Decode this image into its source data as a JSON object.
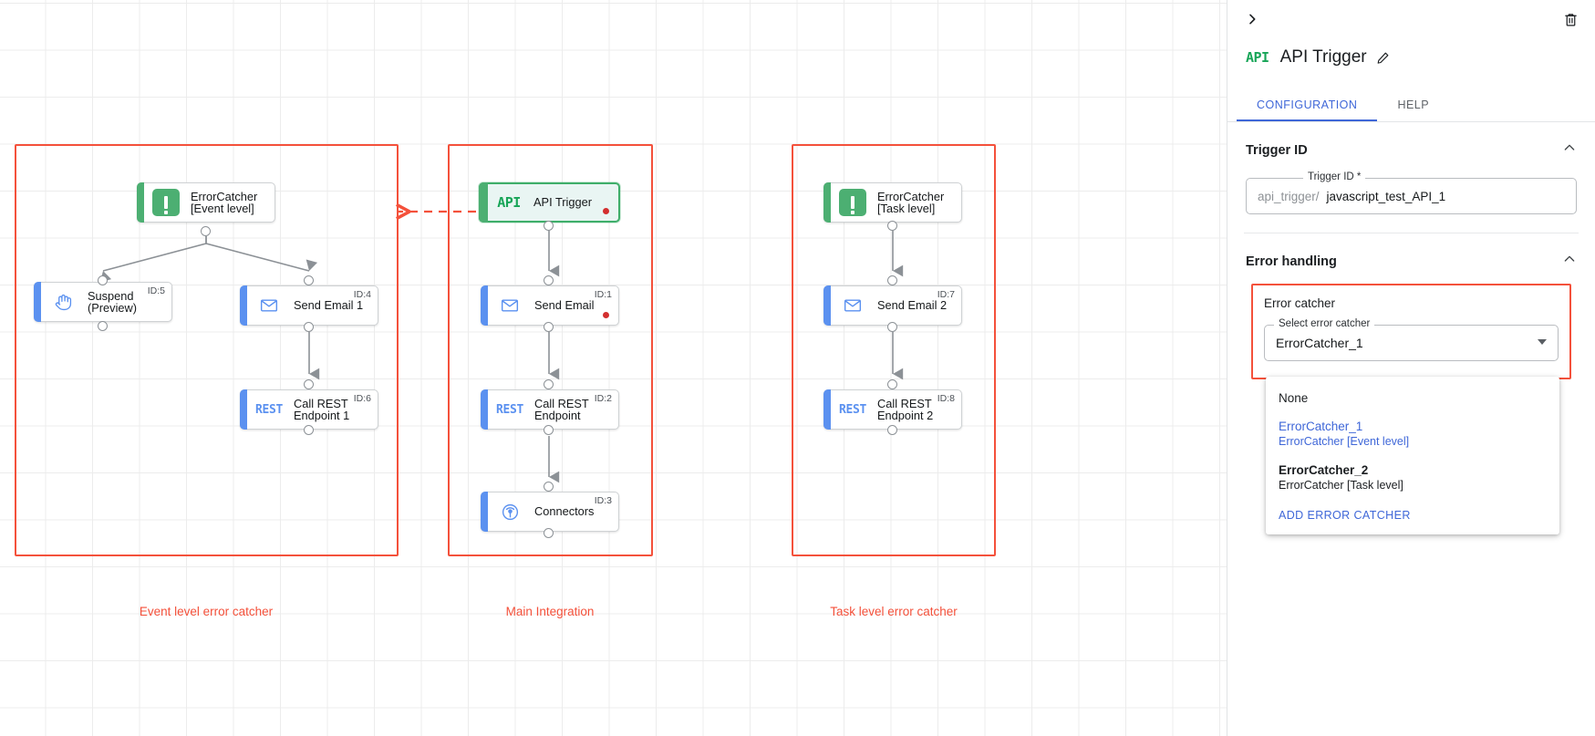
{
  "canvas": {
    "groups": [
      {
        "name": "event-level-error-catcher",
        "label": "Event level error catcher"
      },
      {
        "name": "main-integration",
        "label": "Main Integration"
      },
      {
        "name": "task-level-error-catcher",
        "label": "Task level error catcher"
      }
    ],
    "nodes": [
      {
        "id": "ec1",
        "label": "ErrorCatcher\n[Event level]",
        "icon": "exclamation-icon",
        "accent": "green",
        "idtag": "",
        "error": false,
        "selected": false
      },
      {
        "id": "suspend",
        "label": "Suspend\n(Preview)",
        "icon": "hand-icon",
        "accent": "blue",
        "idtag": "ID:5",
        "error": false,
        "selected": false
      },
      {
        "id": "sendemail1",
        "label": "Send Email 1",
        "icon": "mail-icon",
        "accent": "blue",
        "idtag": "ID:4",
        "error": false,
        "selected": false
      },
      {
        "id": "callrest1",
        "label": "Call REST\nEndpoint 1",
        "icon": "rest-icon",
        "accent": "blue",
        "idtag": "ID:6",
        "error": false,
        "selected": false
      },
      {
        "id": "apitrigger",
        "label": "API Trigger",
        "icon": "api-icon",
        "accent": "green",
        "idtag": "",
        "error": true,
        "selected": true
      },
      {
        "id": "sendemail",
        "label": "Send Email",
        "icon": "mail-icon",
        "accent": "blue",
        "idtag": "ID:1",
        "error": true,
        "selected": false
      },
      {
        "id": "callrest",
        "label": "Call REST\nEndpoint",
        "icon": "rest-icon",
        "accent": "blue",
        "idtag": "ID:2",
        "error": false,
        "selected": false
      },
      {
        "id": "connectors",
        "label": "Connectors",
        "icon": "connectors-icon",
        "accent": "blue",
        "idtag": "ID:3",
        "error": false,
        "selected": false
      },
      {
        "id": "ec2",
        "label": "ErrorCatcher\n[Task level]",
        "icon": "exclamation-icon",
        "accent": "green",
        "idtag": "",
        "error": false,
        "selected": false
      },
      {
        "id": "sendemail2",
        "label": "Send Email 2",
        "icon": "mail-icon",
        "accent": "blue",
        "idtag": "ID:7",
        "error": false,
        "selected": false
      },
      {
        "id": "callrest2",
        "label": "Call REST\nEndpoint 2",
        "icon": "rest-icon",
        "accent": "blue",
        "idtag": "ID:8",
        "error": false,
        "selected": false
      }
    ]
  },
  "panel": {
    "header": {
      "icon_text": "API",
      "title": "API Trigger",
      "collapse_icon": "chevron-right-icon",
      "delete_icon": "trash-icon",
      "edit_icon": "pencil-icon"
    },
    "tabs": [
      {
        "label": "CONFIGURATION",
        "active": true
      },
      {
        "label": "HELP",
        "active": false
      }
    ],
    "trigger_section": {
      "title": "Trigger ID",
      "field_label": "Trigger ID *",
      "prefix": "api_trigger/",
      "value": "javascript_test_API_1"
    },
    "error_section": {
      "title": "Error handling",
      "catcher_title": "Error catcher",
      "select_label": "Select error catcher",
      "selected_value": "ErrorCatcher_1",
      "options": [
        {
          "primary": "None",
          "secondary": "",
          "selected": false
        },
        {
          "primary": "ErrorCatcher_1",
          "secondary": "ErrorCatcher [Event level]",
          "selected": true
        },
        {
          "primary": "ErrorCatcher_2",
          "secondary": "ErrorCatcher [Task level]",
          "selected": false
        }
      ],
      "add_action": "ADD ERROR CATCHER"
    },
    "colors": {
      "accent": "#3f67d8",
      "error_outline": "#f4513b",
      "node_green": "#4caf72",
      "node_blue": "#5b91f0"
    }
  }
}
